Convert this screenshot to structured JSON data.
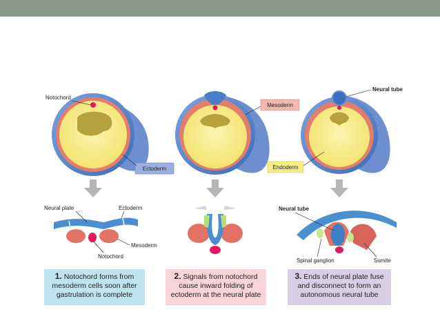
{
  "labels": {
    "notochord_top": "Notochord",
    "ectoderm_box": "Ectoderm",
    "mesoderm_box": "Mesoderm",
    "neural_tube_top": "Neural tube",
    "endoderm_box": "Endoderm",
    "neural_plate": "Neural plate",
    "ectoderm_bottom": "Ectoderm",
    "mesoderm_bottom": "Mesoderm",
    "notochord_bottom": "Notochord",
    "neural_tube_bottom": "Neural tube",
    "spinal_ganglion": "Spinal ganglion",
    "somite": "Somite"
  },
  "captions": [
    {
      "num": "1.",
      "lines": [
        "Notochord forms from",
        "mesoderm cells soon after",
        "gastrulation is complete"
      ]
    },
    {
      "num": "2.",
      "lines": [
        "Signals from notochord",
        "cause inward folding of",
        "ectoderm at the neural plate"
      ]
    },
    {
      "num": "3.",
      "lines": [
        "Ends of neural plate fuse",
        "and disconnect to form an",
        "autonomous neural tube"
      ]
    }
  ],
  "colors": {
    "topbar": "#8a9a8c",
    "ectoderm": "#5b86c9",
    "mesoderm": "#e07a6a",
    "endoderm": "#f6ec88",
    "yolk": "#b3a43a",
    "notochord": "#e2195f",
    "neural_plate": "#4a8fd0",
    "arrow": "#b5b5b5"
  }
}
